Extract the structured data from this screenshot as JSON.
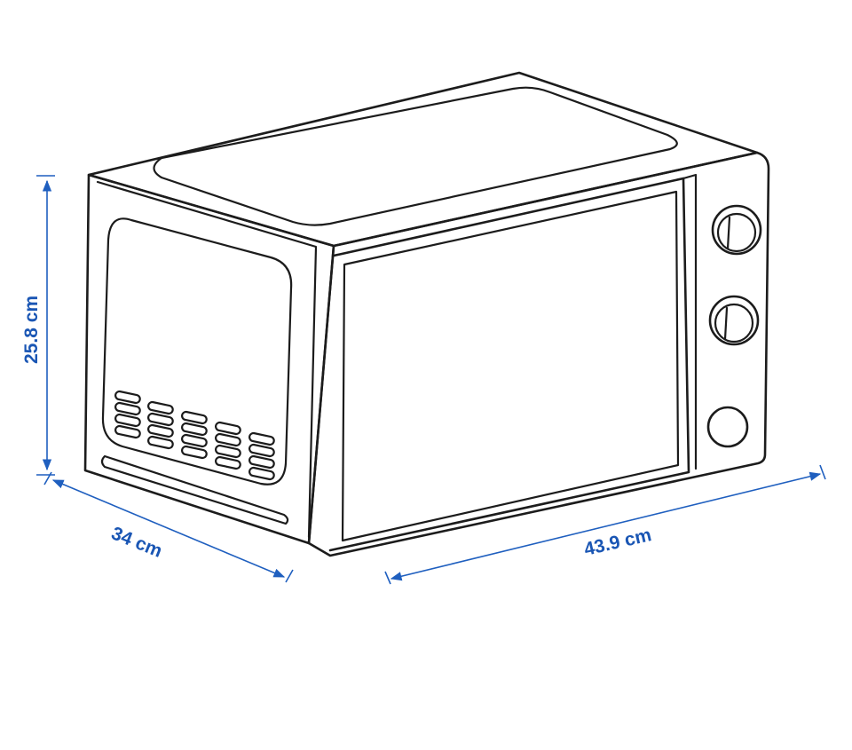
{
  "dimensions": {
    "height_label": "25.8 cm",
    "depth_label": "34 cm",
    "width_label": "43.9 cm"
  },
  "colors": {
    "outline": "#1c1c1c",
    "dimension": "#1a56b4",
    "background": "#ffffff"
  },
  "icons": {
    "appliance": "microwave-oven-line-drawing",
    "knob_top": "dial-knob-icon",
    "knob_middle": "dial-knob-icon",
    "button_bottom": "round-button-icon"
  }
}
